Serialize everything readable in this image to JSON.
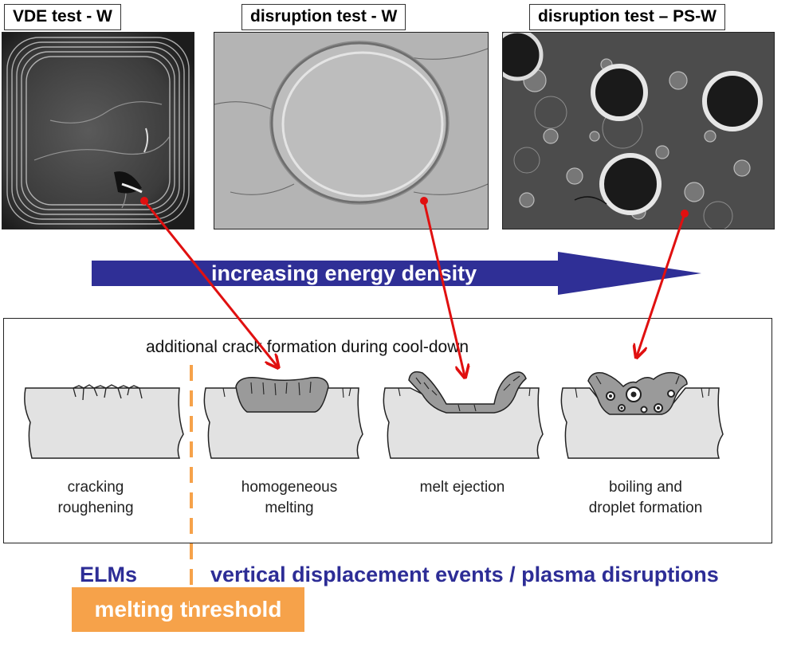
{
  "panels": [
    {
      "label": "VDE test - W"
    },
    {
      "label": "disruption test - W"
    },
    {
      "label": "disruption test – PS-W"
    }
  ],
  "energy_arrow": {
    "text": "increasing energy density",
    "color": "#2f2f96"
  },
  "process": {
    "note": "additional crack formation during cool-down",
    "stages": [
      {
        "line1": "cracking",
        "line2": "roughening"
      },
      {
        "line1": "homogeneous",
        "line2": "melting"
      },
      {
        "line1": "melt ejection",
        "line2": ""
      },
      {
        "line1": "boiling and",
        "line2": "droplet formation"
      }
    ]
  },
  "regimes": {
    "left": "ELMs",
    "right": "vertical displacement events / plasma disruptions"
  },
  "threshold": {
    "label": "melting threshold",
    "color": "#f6a24a"
  },
  "colors": {
    "pointer_arrows": "#e01010",
    "regime_text": "#2d2d96",
    "melt": "#999999",
    "bulk": "#e2e2e2"
  }
}
